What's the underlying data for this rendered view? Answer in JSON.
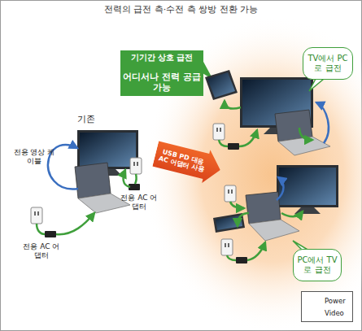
{
  "diagram": {
    "title": "전력의 급전 측·수전 측 쌍방 전환 가능",
    "nodes": [
      {
        "text": [
          "기기간 상호 급전",
          "어디서나 전력 공급 가능"
        ]
      },
      {
        "text": [
          "TV에서 PC로 급전"
        ]
      },
      {
        "text": [
          "USB PD 대응 AC 어댑터 사용"
        ]
      },
      {
        "text": [
          "PC에서 TV로 급전"
        ]
      }
    ],
    "labels": [
      "기존",
      "전용 영상 케이블",
      "전용 AC 어댑터",
      "전용 AC 어댑터"
    ],
    "legend": [
      {
        "text": "Power"
      },
      {
        "text": "Video"
      }
    ]
  }
}
